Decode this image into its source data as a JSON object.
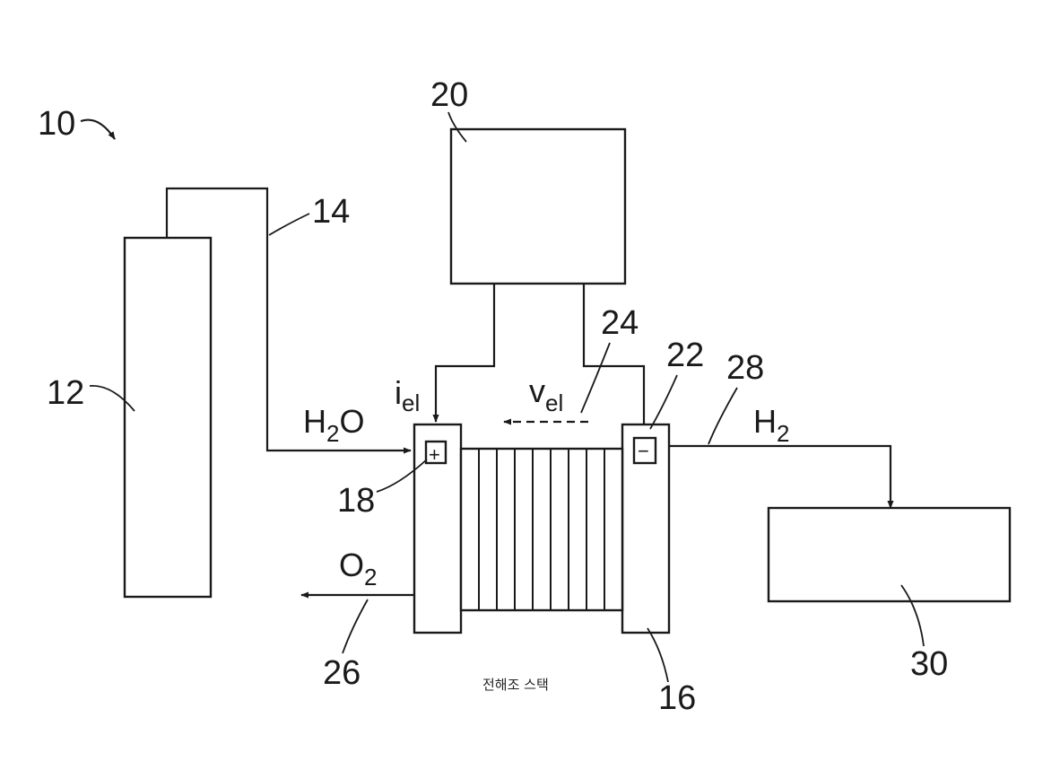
{
  "labels": {
    "system": "10",
    "water_tank": "12",
    "water_line": "14",
    "stack": "16",
    "anode": "18",
    "power_source": "20",
    "cathode": "22",
    "voltage_ref": "24",
    "oxygen_out": "26",
    "hydrogen_line": "28",
    "hydrogen_storage": "30"
  },
  "symbols": {
    "h2o_main": "H",
    "h2o_sub": "2",
    "h2o_end": "O",
    "h2_main": "H",
    "h2_sub": "2",
    "o2_main": "O",
    "o2_sub": "2",
    "current_main": "i",
    "current_sub": "el",
    "voltage_main": "v",
    "voltage_sub": "el",
    "plus": "+",
    "minus": "−"
  },
  "caption": "전해조 스택"
}
